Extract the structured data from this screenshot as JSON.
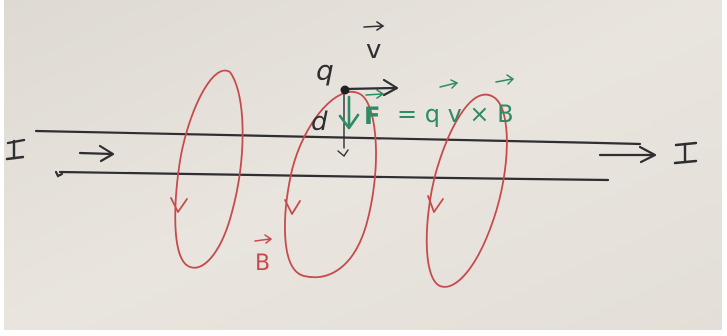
{
  "labels": {
    "current_left": "I",
    "current_right": "I",
    "charge": "q",
    "velocity": "v",
    "force_symbol": "F",
    "equation_rest": "= q v × B",
    "field": "B",
    "distance": "d"
  },
  "colors": {
    "paper": "#e7e3dc",
    "pencil": "#2e2e33",
    "field_loops": "#c74a4d",
    "force": "#2f8b63"
  },
  "icons": [
    "arrow-right-icon"
  ]
}
